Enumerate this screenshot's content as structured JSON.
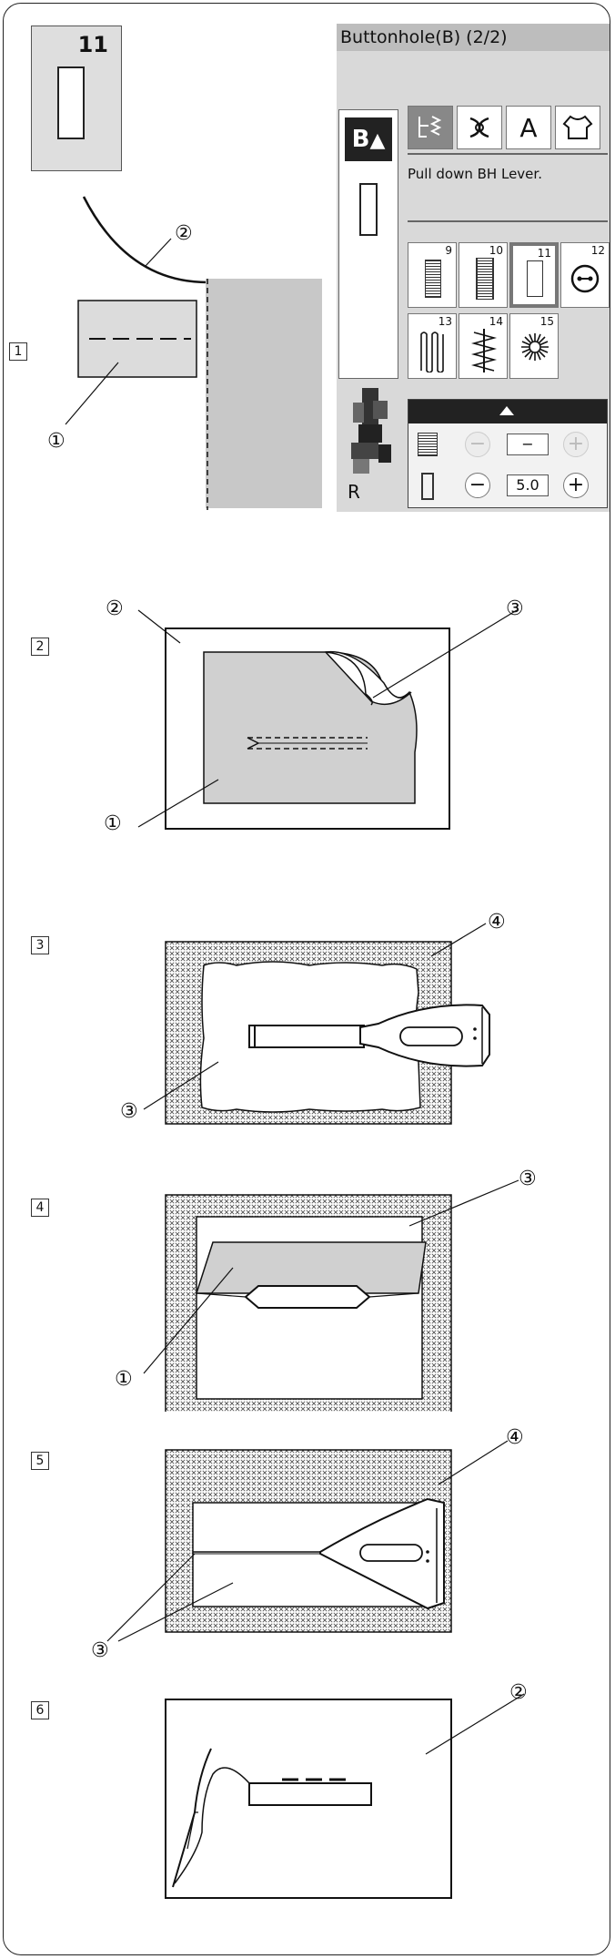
{
  "lcd": {
    "title": "Buttonhole(B) (2/2)",
    "message": "Pull down BH Lever.",
    "foot_letter": "R",
    "mode_buttons": [
      {
        "name": "utility-stitch-icon",
        "label": ""
      },
      {
        "name": "decorative-stitch-icon",
        "label": ""
      },
      {
        "name": "letter-mode-button",
        "label": "A"
      },
      {
        "name": "garment-icon",
        "label": ""
      }
    ],
    "stitches": [
      {
        "number": "9"
      },
      {
        "number": "10"
      },
      {
        "number": "11",
        "selected": true
      },
      {
        "number": "12"
      },
      {
        "number": "13"
      },
      {
        "number": "14"
      },
      {
        "number": "15"
      }
    ],
    "controls": {
      "width_minus": "−",
      "width_value": "−",
      "width_plus": "+",
      "length_minus": "−",
      "length_value": "5.0",
      "length_plus": "+"
    }
  },
  "step1": {
    "step_number": "1",
    "pattern_card_number": "11",
    "callouts": [
      "①",
      "②"
    ]
  },
  "step2": {
    "step_number": "2",
    "callouts": [
      "①",
      "②",
      "③"
    ]
  },
  "step3": {
    "step_number": "3",
    "callouts": [
      "③",
      "④"
    ]
  },
  "step4": {
    "step_number": "4",
    "callouts": [
      "①",
      "③"
    ]
  },
  "step5": {
    "step_number": "5",
    "callouts": [
      "③",
      "④"
    ]
  },
  "step6": {
    "step_number": "6",
    "callouts": [
      "②"
    ]
  }
}
